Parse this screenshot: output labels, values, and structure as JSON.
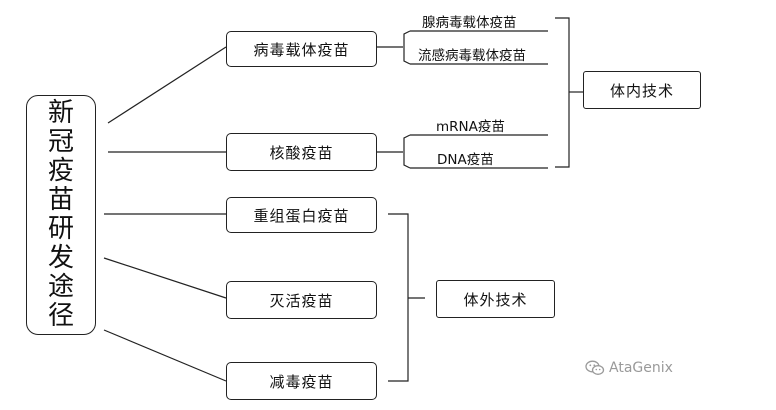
{
  "root": {
    "label": "新冠疫苗研发途径"
  },
  "nodes": {
    "viral_vector": "病毒载体疫苗",
    "nucleic_acid": "核酸疫苗",
    "recombinant_protein": "重组蛋白疫苗",
    "inactivated": "灭活疫苗",
    "attenuated": "减毒疫苗"
  },
  "leaves": {
    "adenovirus": "腺病毒载体疫苗",
    "influenza": "流感病毒载体疫苗",
    "mrna": "mRNA疫苗",
    "dna": "DNA疫苗"
  },
  "groups": {
    "in_vivo": "体内技术",
    "in_vitro": "体外技术"
  },
  "watermark": {
    "text": "AtaGenix",
    "icon": "wechat-icon"
  }
}
